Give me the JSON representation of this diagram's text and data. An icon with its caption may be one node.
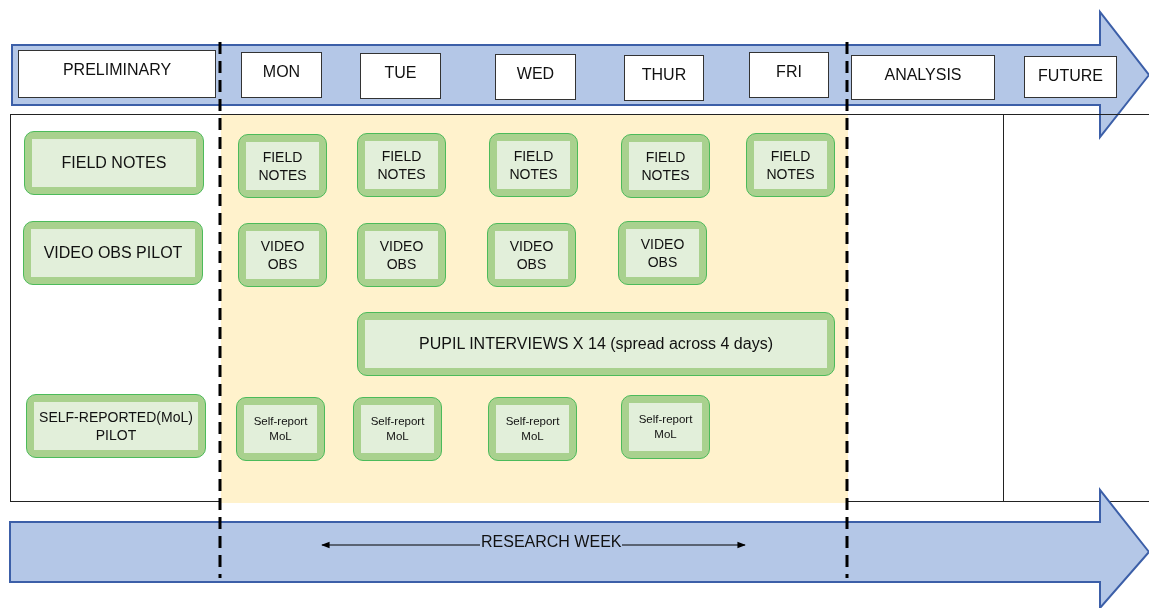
{
  "diagram": {
    "nodes": [
      {
        "text": [],
        "shape": "arrow"
      },
      {
        "text": [
          "PRELIMINARY"
        ],
        "in": 0
      },
      {
        "text": [
          "MON"
        ],
        "in": 0
      },
      {
        "text": [
          "TUE"
        ],
        "in": 0
      },
      {
        "text": [
          "WED"
        ],
        "in": 0
      },
      {
        "text": [
          "THUR"
        ],
        "in": 0
      },
      {
        "text": [
          "FRI"
        ],
        "in": 0
      },
      {
        "text": [
          "ANALYSIS"
        ],
        "in": 0
      },
      {
        "text": [
          "FUTURE"
        ],
        "in": 0
      },
      {
        "text": [],
        "shape": "box"
      },
      {
        "text": [],
        "shape": "box",
        "in": 9
      },
      {
        "text": [
          "FIELD NOTES"
        ],
        "in": 9
      },
      {
        "text": [
          "FIELD NOTES"
        ],
        "in": 10
      },
      {
        "text": [
          "FIELD NOTES"
        ],
        "in": 10
      },
      {
        "text": [
          "FIELD NOTES"
        ],
        "in": 10
      },
      {
        "text": [
          "FIELD NOTES"
        ],
        "in": 10
      },
      {
        "text": [
          "FIELD NOTES"
        ],
        "in": 10
      },
      {
        "text": [
          "VIDEO OBS PILOT"
        ],
        "in": 9
      },
      {
        "text": [
          "VIDEO OBS"
        ],
        "in": 10
      },
      {
        "text": [
          "VIDEO OBS"
        ],
        "in": 10
      },
      {
        "text": [
          "VIDEO OBS"
        ],
        "in": 10
      },
      {
        "text": [
          "VIDEO OBS"
        ],
        "in": 10
      },
      {
        "text": [
          "PUPIL INTERVIEWS X 14 (spread across 4 days)"
        ],
        "in": 10
      },
      {
        "text": [
          "SELF-REPORTED(MoL) PILOT"
        ],
        "in": 9
      },
      {
        "text": [
          "Self-report MoL"
        ],
        "in": 10
      },
      {
        "text": [
          "Self-report MoL"
        ],
        "in": 10
      },
      {
        "text": [
          "Self-report MoL"
        ],
        "in": 10
      },
      {
        "text": [
          "Self-report MoL"
        ],
        "in": 10
      },
      {
        "text": [
          "RESEARCH WEEK"
        ]
      }
    ]
  }
}
